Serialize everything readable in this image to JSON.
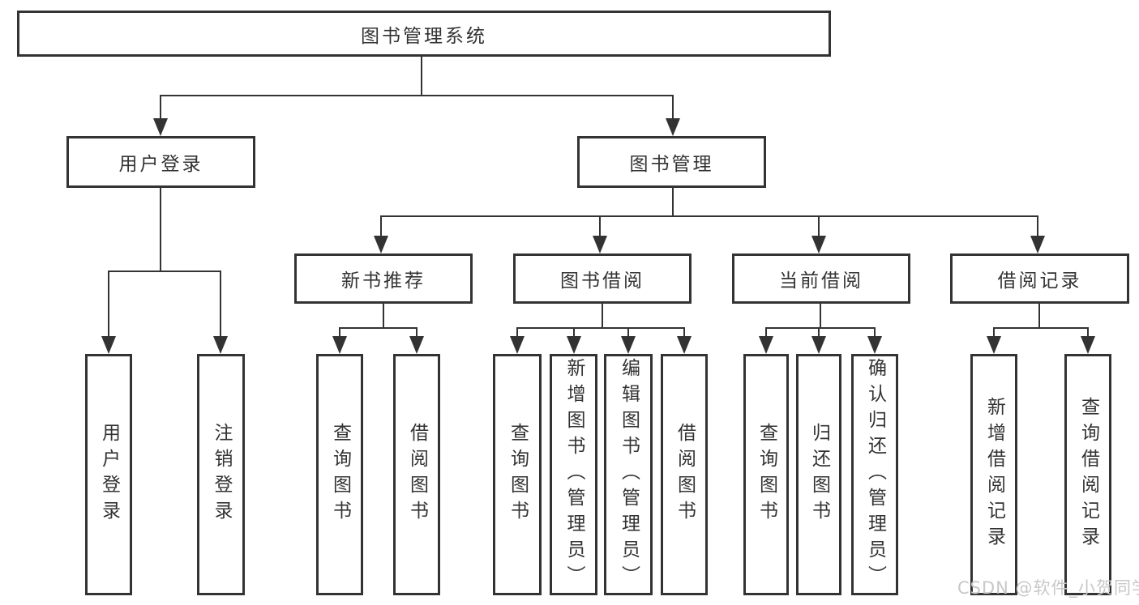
{
  "diagram": {
    "root": {
      "label": "图书管理系统"
    },
    "login": {
      "label": "用户登录",
      "leaves": [
        "用户登录",
        "注销登录"
      ]
    },
    "management": {
      "label": "图书管理",
      "sections": [
        {
          "label": "新书推荐",
          "leaves": [
            "查询图书",
            "借阅图书"
          ]
        },
        {
          "label": "图书借阅",
          "leaves": [
            "查询图书",
            "新增图书（管理员）",
            "编辑图书（管理员）",
            "借阅图书"
          ]
        },
        {
          "label": "当前借阅",
          "leaves": [
            "查询图书",
            "归还图书",
            "确认归还（管理员）"
          ]
        },
        {
          "label": "借阅记录",
          "leaves": [
            "新增借阅记录",
            "查询借阅记录"
          ]
        }
      ]
    }
  },
  "watermark": {
    "text": "CSDN @软件_小贺同学"
  },
  "colors": {
    "line": "#333333",
    "text": "#333333",
    "watermark": "#c8c8c8",
    "background": "#ffffff"
  }
}
